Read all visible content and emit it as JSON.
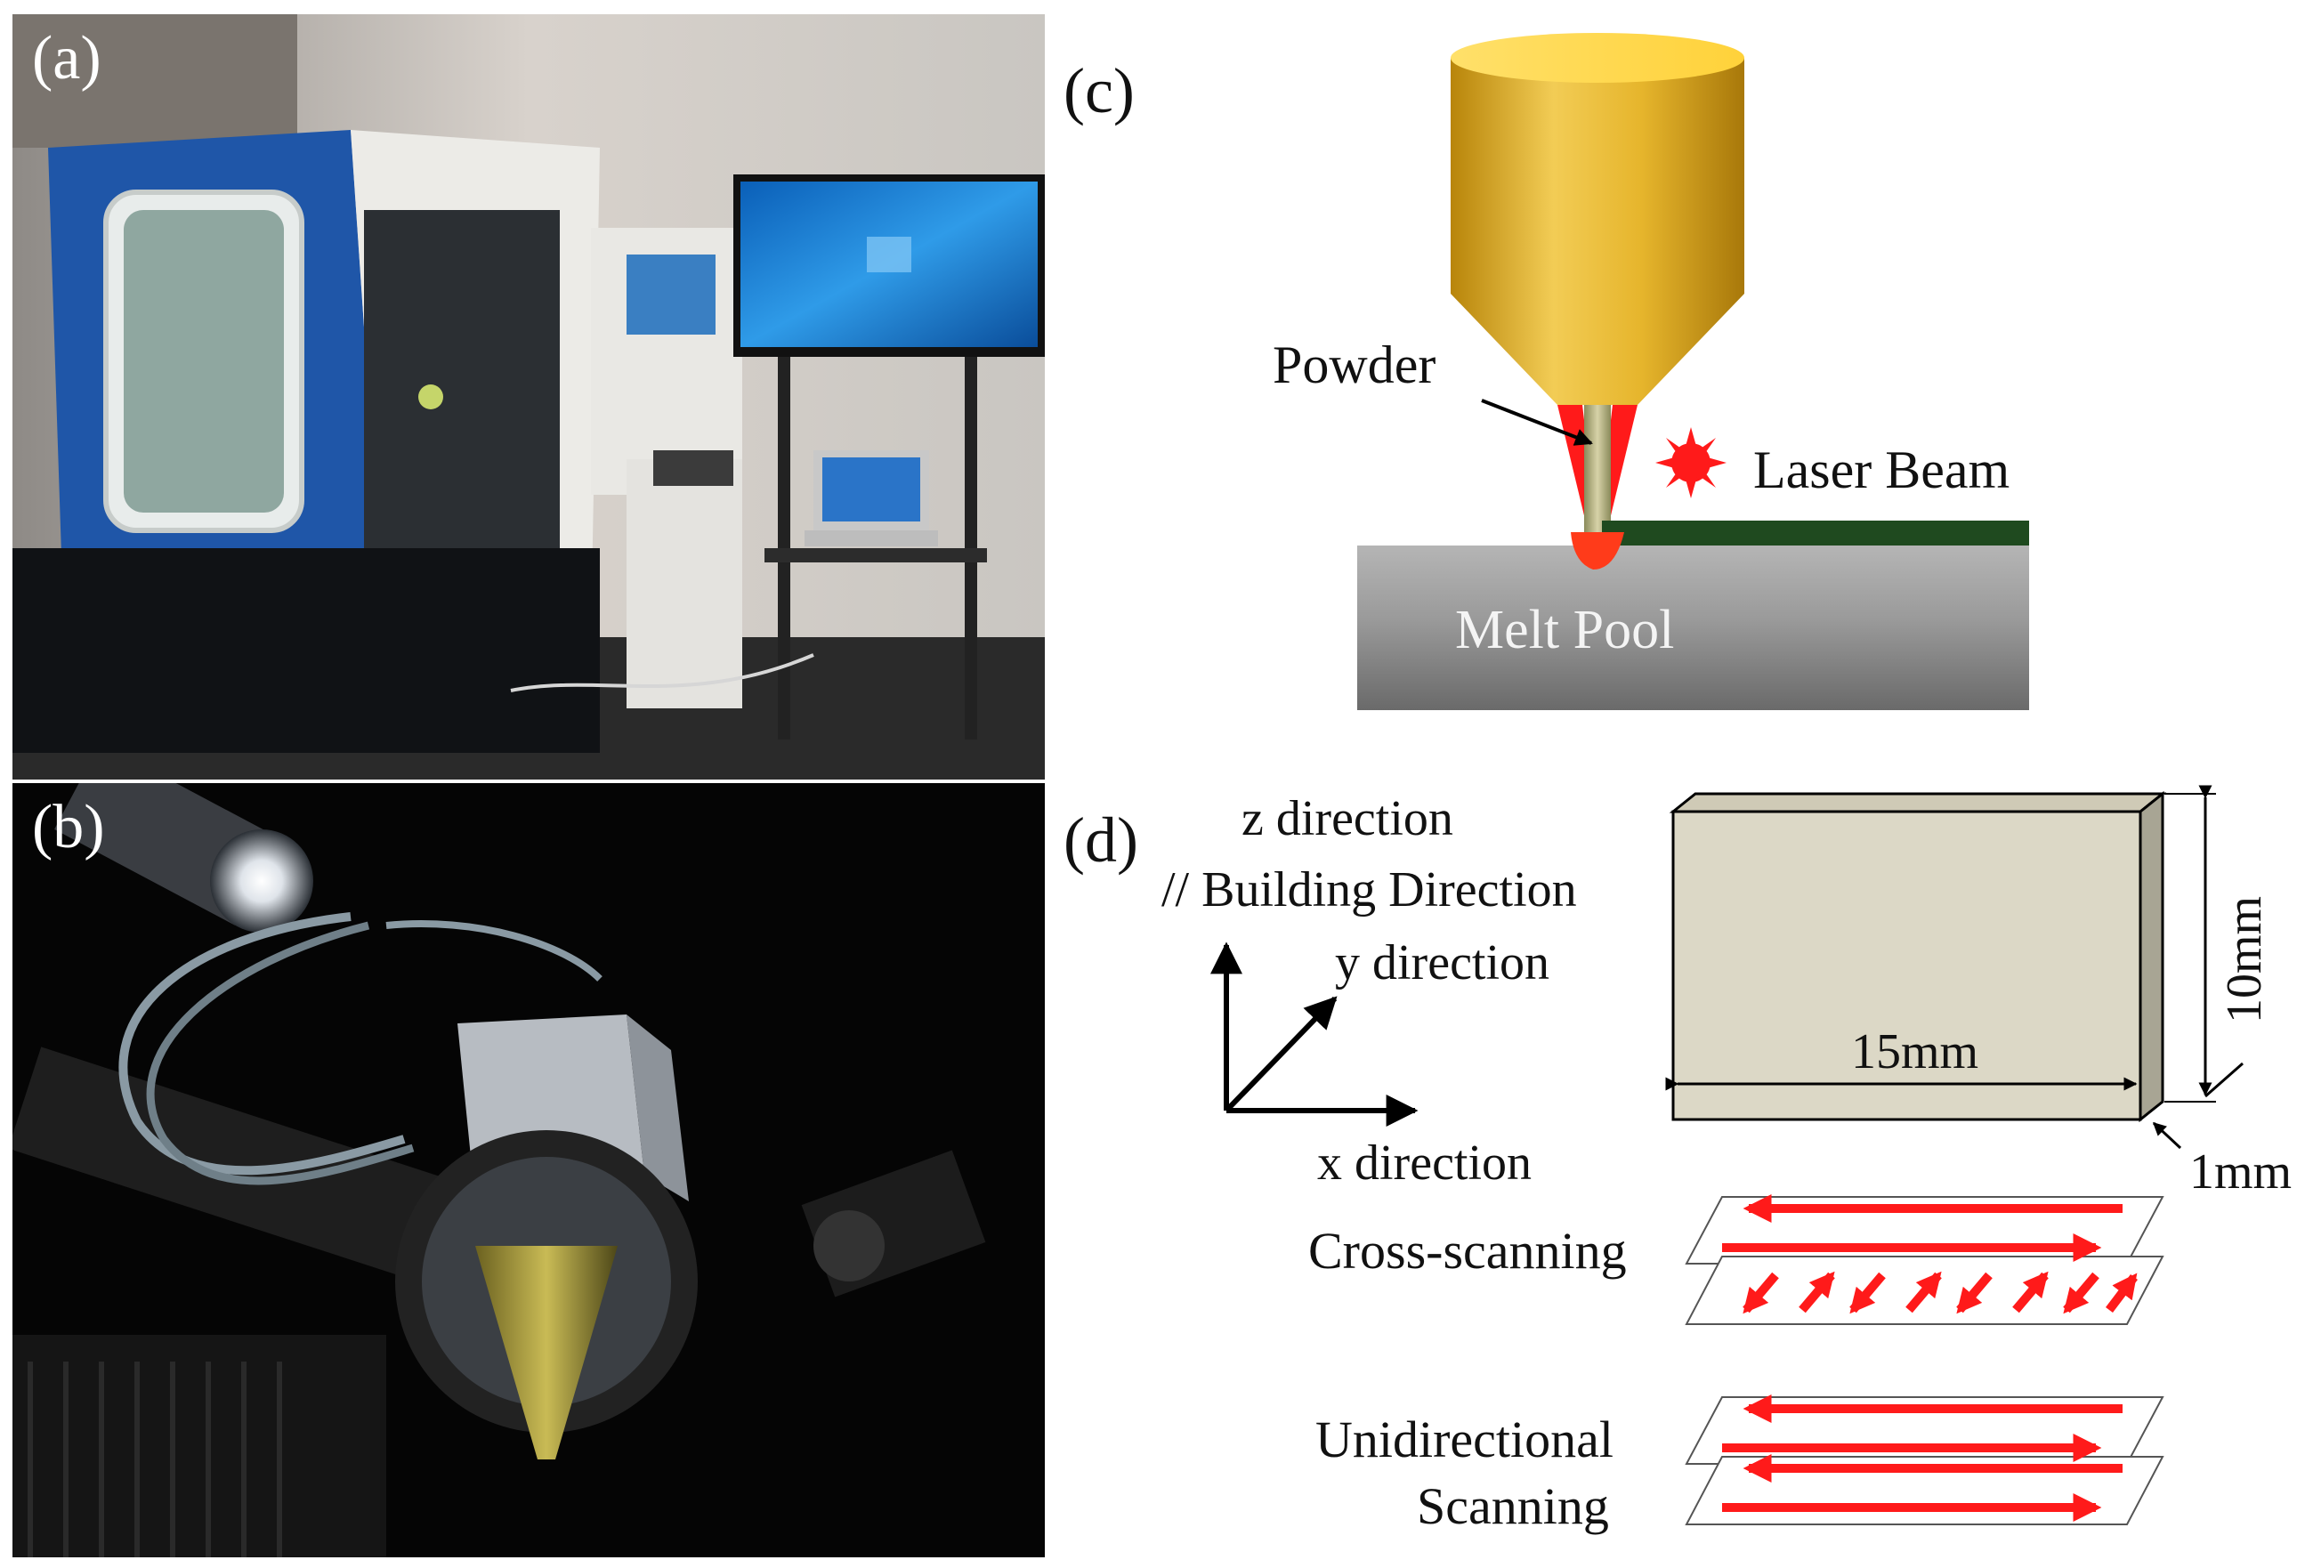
{
  "panels": {
    "a": {
      "label": "(a)"
    },
    "b": {
      "label": "(b)"
    },
    "c": {
      "label": "(c)",
      "powder": "Powder",
      "laser_beam": "Laser Beam",
      "melt_pool": "Melt Pool"
    },
    "d": {
      "label": "(d)",
      "z_direction": "z direction",
      "building_direction": "// Building  Direction",
      "y_direction": "y direction",
      "x_direction": "x direction",
      "dim_width": "15mm",
      "dim_height": "10mm",
      "dim_thickness": "1mm",
      "cross_scanning": "Cross-scanning",
      "unidirectional_line1": "Unidirectional",
      "unidirectional_line2": "Scanning"
    }
  },
  "colors": {
    "arrow_red": "#ff1a1a",
    "nozzle_gold": "#e0aa1c",
    "specimen_fill": "#dcd8c6",
    "deposit_green": "#1f4a1f"
  }
}
